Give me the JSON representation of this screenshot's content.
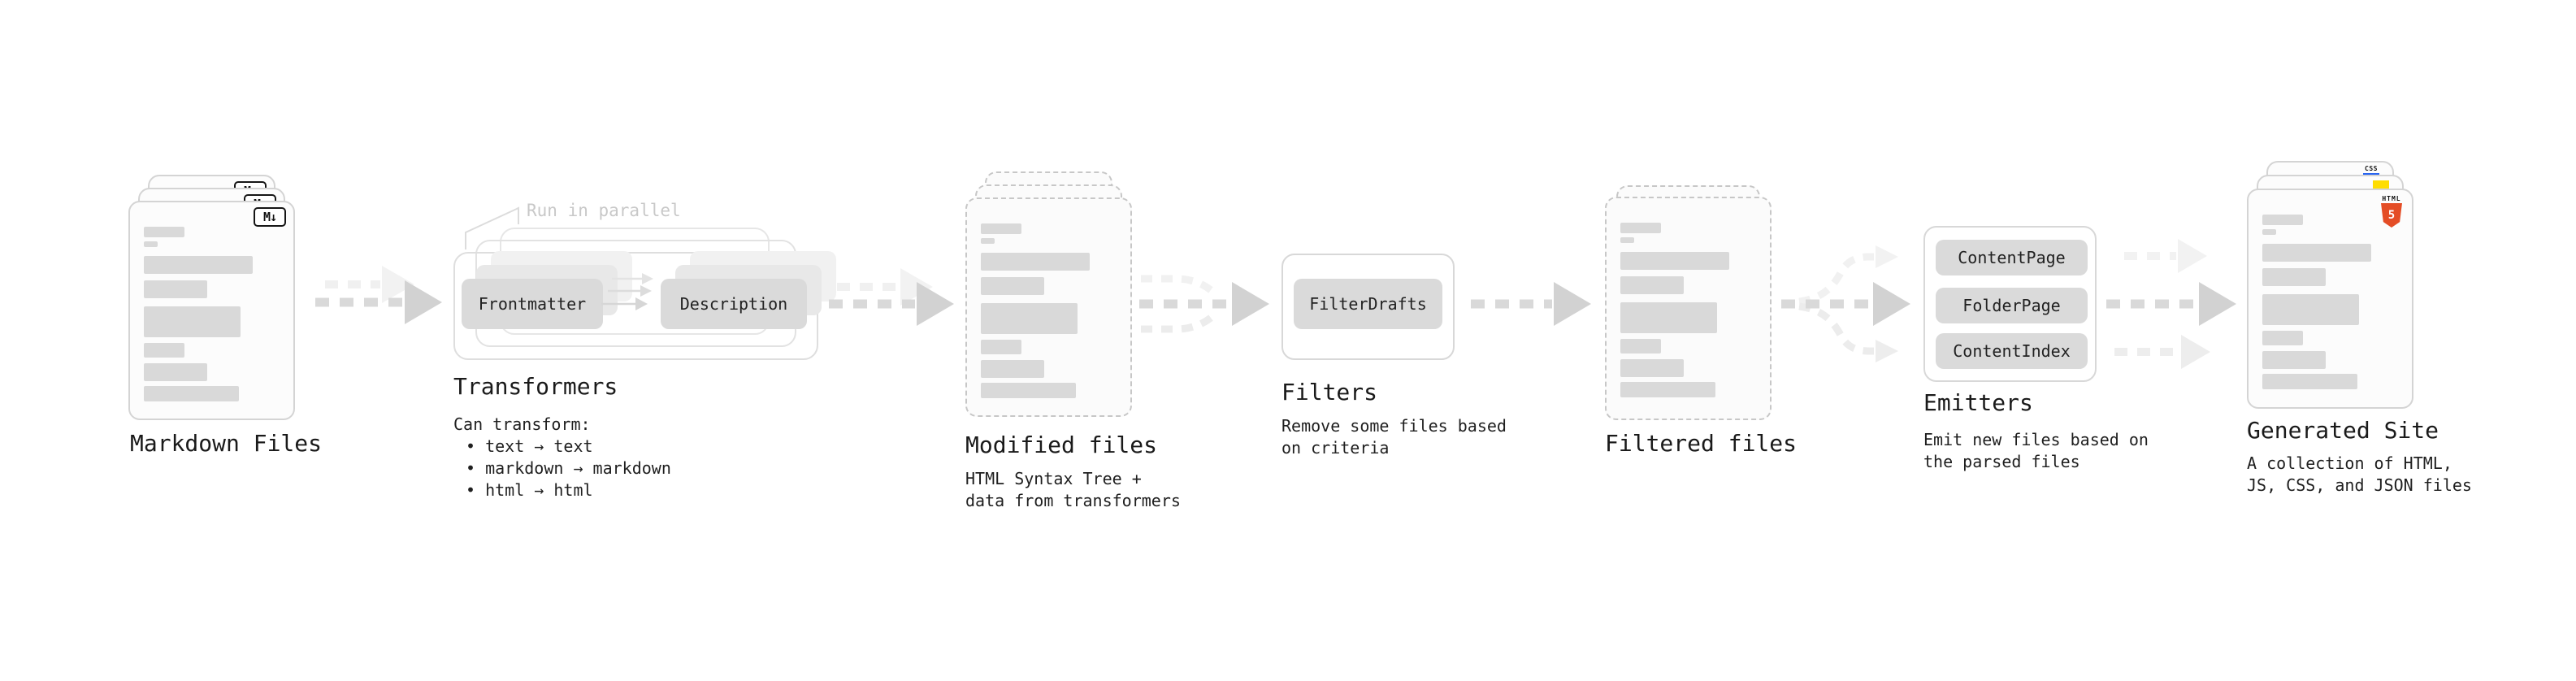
{
  "diagram": {
    "skeleton_bars": [
      {
        "w": "30%",
        "h": 13,
        "mt": 30
      },
      {
        "w": "10%",
        "h": 7,
        "mt": 5
      },
      {
        "w": "80%",
        "h": 22,
        "mt": 11
      },
      {
        "w": "47%",
        "h": 22,
        "mt": 8
      },
      {
        "w": "71%",
        "h": 38,
        "mt": 10
      },
      {
        "w": "30%",
        "h": 18,
        "mt": 7
      },
      {
        "w": "47%",
        "h": 22,
        "mt": 7
      },
      {
        "w": "70%",
        "h": 19,
        "mt": 6
      }
    ],
    "stages": {
      "markdown_files": {
        "label": "Markdown Files",
        "badge_text": "M↓"
      },
      "transformers": {
        "annotation": "Run in parallel",
        "pill_left": "Frontmatter",
        "pill_right": "Description",
        "label": "Transformers",
        "caption_title": "Can transform:",
        "bullets": [
          "• text → text",
          "• markdown → markdown",
          "• html → html"
        ]
      },
      "modified_files": {
        "label": "Modified files",
        "caption": "HTML Syntax Tree +\ndata from transformers"
      },
      "filters": {
        "pill": "FilterDrafts",
        "label": "Filters",
        "caption": "Remove some files based\non criteria"
      },
      "filtered_files": {
        "label": "Filtered files"
      },
      "emitters": {
        "pills": [
          "ContentPage",
          "FolderPage",
          "ContentIndex"
        ],
        "label": "Emitters",
        "caption": "Emit new files based on\nthe parsed files"
      },
      "generated_site": {
        "label": "Generated Site",
        "caption": "A collection of HTML,\nJS, CSS, and JSON files",
        "html_icon_word": "HTML",
        "html_icon_number": "5",
        "css_icon_text": "CSS"
      }
    },
    "colors": {
      "accent_html5": "#e44d26",
      "accent_js": "#ffdd00",
      "accent_css": "#2965f1"
    }
  }
}
